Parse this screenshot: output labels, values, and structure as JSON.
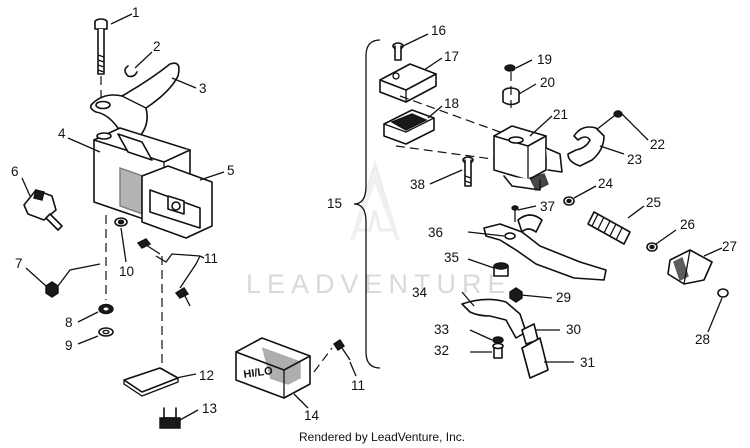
{
  "diagram": {
    "watermark": "LEADVENTURE",
    "footer": "Rendered by LeadVenture, Inc.",
    "switch_label": "HI/LO",
    "callouts": {
      "c1": "1",
      "c2": "2",
      "c3": "3",
      "c4": "4",
      "c5": "5",
      "c6": "6",
      "c7": "7",
      "c8": "8",
      "c9": "9",
      "c10": "10",
      "c11a": "11",
      "c11b": "11",
      "c12": "12",
      "c13": "13",
      "c14": "14",
      "c15": "15",
      "c16": "16",
      "c17": "17",
      "c18": "18",
      "c19": "19",
      "c20": "20",
      "c21": "21",
      "c22": "22",
      "c23": "23",
      "c24": "24",
      "c25": "25",
      "c26": "26",
      "c27": "27",
      "c28": "28",
      "c29": "29",
      "c30": "30",
      "c31": "31",
      "c32": "32",
      "c33": "33",
      "c34": "34",
      "c35": "35",
      "c36": "36",
      "c37": "37",
      "c38": "38"
    }
  }
}
